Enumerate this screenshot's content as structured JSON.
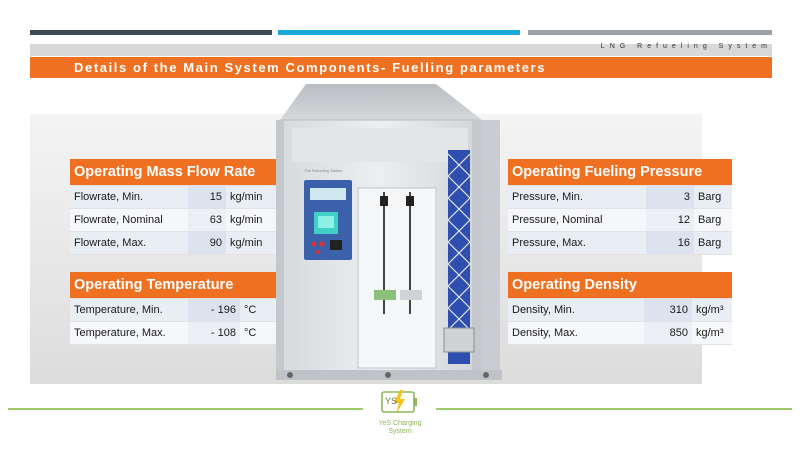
{
  "header": {
    "subtitle": "LNG Refueling System",
    "title": "Details of the Main System Components- Fuelling parameters"
  },
  "colors": {
    "accent": "#f07021",
    "dark_bar": "#3d4a55",
    "blue_bar": "#1aa9dc",
    "gray_bar": "#9aa3aa",
    "logo_green": "#8cb85a"
  },
  "tables": {
    "flow": {
      "title": "Operating Mass Flow Rate",
      "rows": [
        {
          "label": "Flowrate, Min.",
          "value": "15",
          "unit": "kg/min"
        },
        {
          "label": "Flowrate, Nominal",
          "value": "63",
          "unit": "kg/min"
        },
        {
          "label": "Flowrate, Max.",
          "value": "90",
          "unit": "kg/min"
        }
      ]
    },
    "temperature": {
      "title": "Operating Temperature",
      "rows": [
        {
          "label": "Temperature, Min.",
          "value": "- 196",
          "unit": "°C"
        },
        {
          "label": "Temperature, Max.",
          "value": "- 108",
          "unit": "°C"
        }
      ]
    },
    "pressure": {
      "title": "Operating Fueling Pressure",
      "rows": [
        {
          "label": "Pressure, Min.",
          "value": "3",
          "unit": "Barg"
        },
        {
          "label": "Pressure, Nominal",
          "value": "12",
          "unit": "Barg"
        },
        {
          "label": "Pressure, Max.",
          "value": "16",
          "unit": "Barg"
        }
      ]
    },
    "density": {
      "title": "Operating Density",
      "rows": [
        {
          "label": "Density, Min.",
          "value": "310",
          "unit": "kg/m³"
        },
        {
          "label": "Density, Max.",
          "value": "850",
          "unit": "kg/m³"
        }
      ]
    }
  },
  "unit_panel": {
    "brand_text": "The Refueling Station"
  },
  "logo": {
    "mark": "YS",
    "line1": "YeS Charging",
    "line2": "System"
  }
}
